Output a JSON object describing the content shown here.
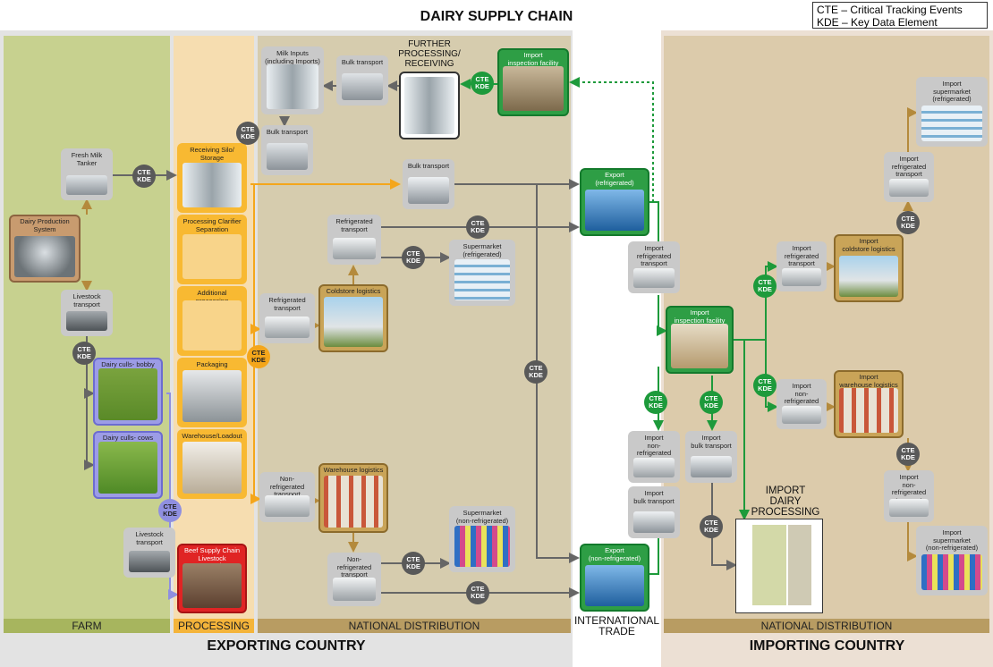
{
  "title": "DAIRY SUPPLY CHAIN",
  "legend": {
    "line1": "CTE – Critical Tracking Events",
    "line2": "KDE – Key Data Element"
  },
  "countries": {
    "exporting": "EXPORTING COUNTRY",
    "importing": "IMPORTING COUNTRY",
    "trade": "INTERNATIONAL\nTRADE"
  },
  "zones": {
    "farm": "FARM",
    "processing": "PROCESSING",
    "national_exp": "NATIONAL DISTRIBUTION",
    "national_imp": "NATIONAL DISTRIBUTION"
  },
  "cte": {
    "l1": "CTE",
    "l2": "KDE"
  },
  "further": "FURTHER\nPROCESSING/\nRECEIVING",
  "import_proc": "IMPORT\nDAIRY\nPROCESSING",
  "nodes": {
    "fresh_milk": "Fresh Milk\nTanker",
    "dairy_prod": "Dairy Production\nSystem",
    "livestock1": "Livestock\ntransport",
    "calf": "Dairy culls- bobby calf",
    "cows": "Dairy culls- cows",
    "livestock2": "Livestock\ntransport",
    "beef": "Beef Supply Chain\nLivestock Processing",
    "silo": "Receiving Silo/\nStorage",
    "clarifier": "Processing Clarifier\nSeparation",
    "additional": "Additional processing",
    "packaging": "Packaging",
    "warehouse_load": "Warehouse/Loadout",
    "milk_inputs": "Milk Inputs\n(including Imports)",
    "bulk1": "Bulk transport",
    "bulk2": "Bulk transport",
    "bulk3": "Bulk transport",
    "import_insp1": "Import\ninspection facility",
    "refrig1": "Refrigerated\ntransport",
    "refrig2": "Refrigerated\ntransport",
    "coldstore": "Coldstore logistics",
    "super_ref": "Supermarket\n(refrigerated)",
    "export_ref": "Export\n(refrigerated)",
    "nonref1": "Non-refrigerated\ntransport",
    "warehouse_log": "Warehouse logistics",
    "nonref2": "Non-refrigerated\ntransport",
    "super_nonref": "Supermarket\n(non-refrigerated)",
    "export_nonref": "Export\n(non-refrigerated)",
    "imp_refrig": "Import\nrefrigerated\ntransport",
    "imp_insp2": "Import\ninspection facility",
    "imp_nonref": "Import\nnon-refrigerated\ntransport",
    "imp_bulk1": "Import\nbulk transport",
    "imp_bulk2": "Import\nbulk transport",
    "imp_refrig2": "Import\nrefrigerated\ntransport",
    "imp_coldstore": "Import\ncoldstore logistics",
    "imp_refrig3": "Import\nrefrigerated\ntransport",
    "imp_super_ref": "Import\nsupermarket\n(refrigerated)",
    "imp_nonref2": "Import\nnon-refrigerated\ntransport",
    "imp_warehouse": "Import\nwarehouse logistics",
    "imp_nonref3": "Import\nnon-refrigerated\ntransport",
    "imp_super_nonref": "Import\nsupermarket\n(non-refrigerated)"
  },
  "colors": {
    "farm": "#c7d18f",
    "processing": "#f6ddb0",
    "national": "#d6ccae",
    "import": "#dccbab",
    "arrow": "#666666",
    "green": "#1d9a3b",
    "yellow": "#f4a61b",
    "purple": "#8f8fe0",
    "brown": "#b48a3c"
  }
}
